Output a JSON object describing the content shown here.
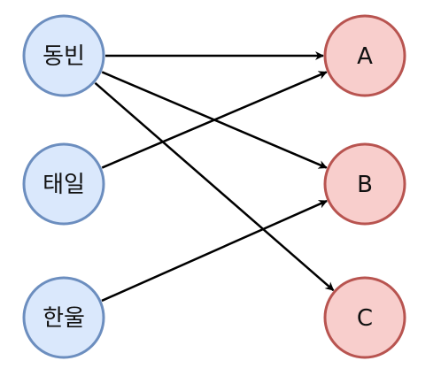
{
  "diagram": {
    "left_nodes": [
      {
        "id": "dongbin",
        "label": "동빈"
      },
      {
        "id": "taeil",
        "label": "태일"
      },
      {
        "id": "hanul",
        "label": "한울"
      }
    ],
    "right_nodes": [
      {
        "id": "A",
        "label": "A"
      },
      {
        "id": "B",
        "label": "B"
      },
      {
        "id": "C",
        "label": "C"
      }
    ],
    "edges": [
      {
        "from": "dongbin",
        "to": "A"
      },
      {
        "from": "dongbin",
        "to": "B"
      },
      {
        "from": "dongbin",
        "to": "C"
      },
      {
        "from": "taeil",
        "to": "A"
      },
      {
        "from": "hanul",
        "to": "B"
      }
    ],
    "colors": {
      "left_fill": "#dae8fc",
      "left_stroke": "#6c8ebf",
      "right_fill": "#f8cecc",
      "right_stroke": "#b85450",
      "edge": "#000000"
    }
  }
}
